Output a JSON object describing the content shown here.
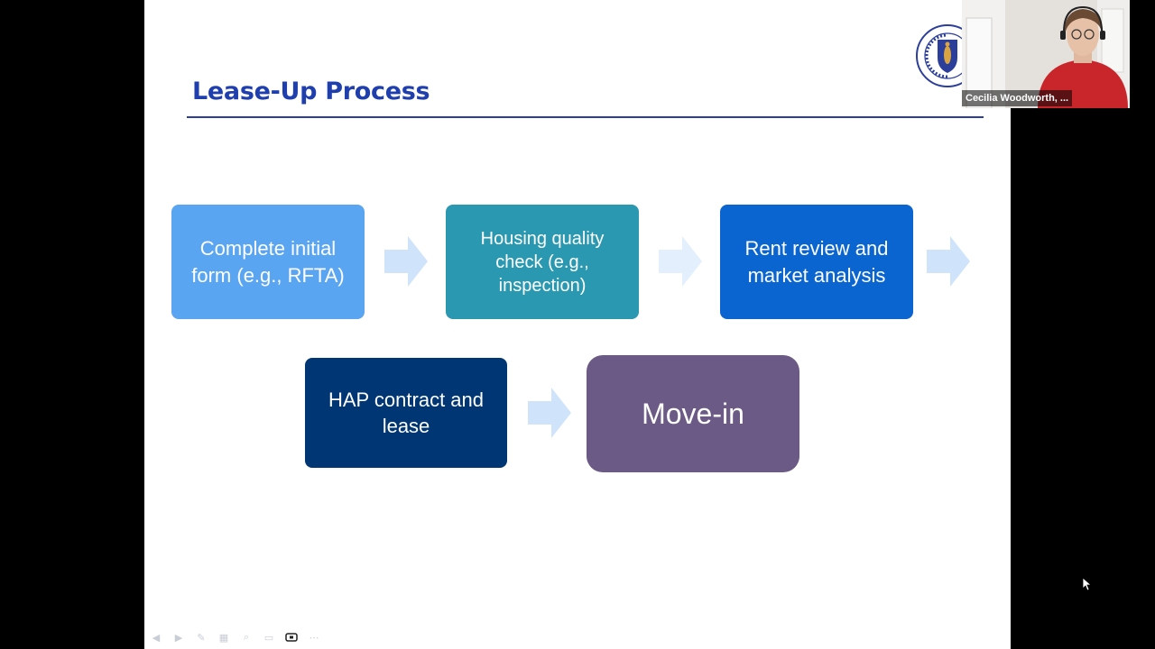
{
  "slide": {
    "title": "Lease-Up Process",
    "steps": [
      {
        "label": "Complete initial\nform (e.g., RFTA)",
        "color": "#5aa5f2"
      },
      {
        "label": "Housing quality\ncheck (e.g.,\ninspection)",
        "color": "#2a98b0"
      },
      {
        "label": "Rent review and\nmarket analysis",
        "color": "#0a65d0"
      },
      {
        "label": "HAP contract and\nlease",
        "color": "#003673"
      },
      {
        "label": "Move-in",
        "color": "#6c5a86"
      }
    ],
    "arrow_color": "#cfe3fb",
    "seal_icon": "massachusetts-seal-logo",
    "seal_text": "SIGILLUM REIPUBLICAE MASSACHUSETTENSIS"
  },
  "video": {
    "participant_name": "Cecilia Woodworth, ..."
  },
  "toolbar": {
    "icons": [
      "back-icon",
      "forward-icon",
      "pen-icon",
      "slides-icon",
      "zoom-icon",
      "subtitles-icon",
      "camera-icon",
      "more-icon"
    ]
  }
}
